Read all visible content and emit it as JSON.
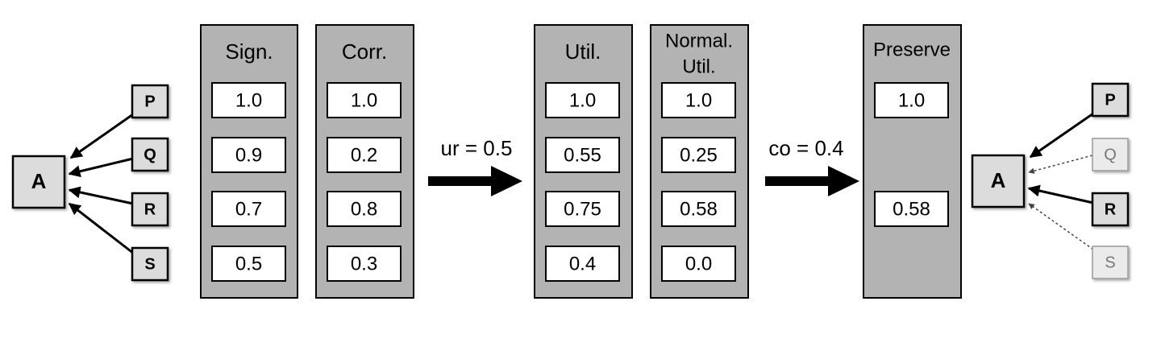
{
  "left_graph": {
    "center": "A",
    "nodes": [
      "P",
      "Q",
      "R",
      "S"
    ]
  },
  "columns_stage1": [
    {
      "header": [
        "Sign."
      ],
      "values": [
        "1.0",
        "0.9",
        "0.7",
        "0.5"
      ]
    },
    {
      "header": [
        "Corr."
      ],
      "values": [
        "1.0",
        "0.2",
        "0.8",
        "0.3"
      ]
    }
  ],
  "arrow1_label": "ur = 0.5",
  "columns_stage2": [
    {
      "header": [
        "Util."
      ],
      "values": [
        "1.0",
        "0.55",
        "0.75",
        "0.4"
      ]
    },
    {
      "header": [
        "Normal.",
        "Util."
      ],
      "values": [
        "1.0",
        "0.25",
        "0.58",
        "0.0"
      ]
    }
  ],
  "arrow2_label": "co = 0.4",
  "preserve_column": {
    "header": [
      "Preserve"
    ],
    "values": [
      "1.0",
      "",
      "0.58",
      ""
    ]
  },
  "right_graph": {
    "center": "A",
    "nodes": [
      {
        "label": "P",
        "kept": true
      },
      {
        "label": "Q",
        "kept": false
      },
      {
        "label": "R",
        "kept": true
      },
      {
        "label": "S",
        "kept": false
      }
    ]
  },
  "colors": {
    "column_fill": "#b3b3b3",
    "node_fill": "#dcdcdc",
    "faded_node_fill": "#ebebeb",
    "faded_text": "#777777",
    "stroke": "#000000"
  }
}
